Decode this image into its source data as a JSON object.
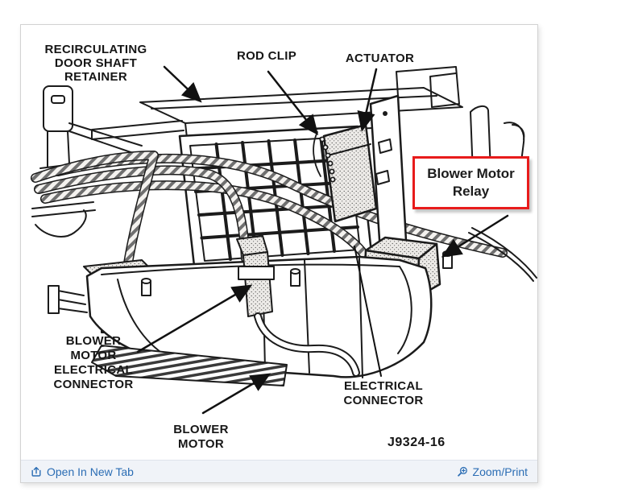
{
  "diagram": {
    "figure_number": "J9324-16",
    "callout_border_color": "#e81b1b",
    "labels": {
      "retainer": [
        "RECIRCULATING",
        "DOOR SHAFT",
        "RETAINER"
      ],
      "rod_clip": [
        "ROD CLIP"
      ],
      "actuator": [
        "ACTUATOR"
      ],
      "relay_callout": [
        "Blower Motor",
        "Relay"
      ],
      "blower_motor_electrical_connector": [
        "BLOWER",
        "MOTOR",
        "ELECTRICAL",
        "CONNECTOR"
      ],
      "electrical_connector": [
        "ELECTRICAL",
        "CONNECTOR"
      ],
      "blower_motor": [
        "BLOWER",
        "MOTOR"
      ]
    }
  },
  "toolbar": {
    "open_in_new_tab_label": "Open In New Tab",
    "zoom_print_label": "Zoom/Print",
    "link_color": "#2b6db4",
    "background": "#f0f3f8",
    "icons": {
      "open_in_new_tab": "open-in-new-tab-icon",
      "zoom_print": "zoom-in-icon"
    }
  }
}
